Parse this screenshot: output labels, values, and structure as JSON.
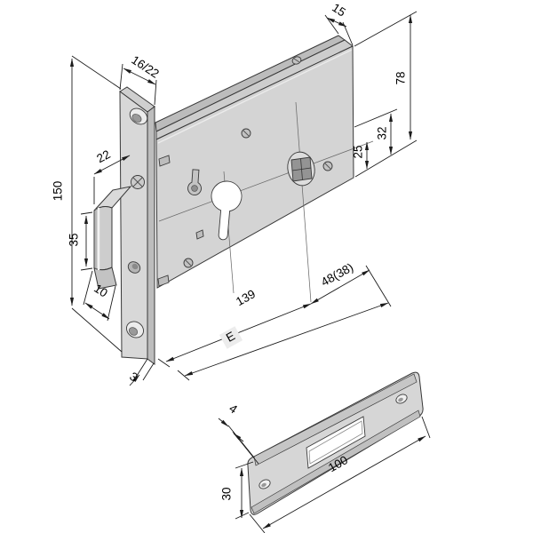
{
  "diagram": {
    "description": "Technical drawing of a mortise lock: lock case with euro cylinder cutout, square follower and faceplate with latch bolt, plus separate strike plate",
    "colors": {
      "background": "#ffffff",
      "metal_light": "#d6d6d6",
      "metal_mid": "#c9c9c9",
      "metal_dark": "#bcbcbc",
      "outline": "#383838",
      "dimension_line": "#1c1c1c",
      "text": "#000000",
      "e_label_bg": "#ececec"
    },
    "lock_dimensions": {
      "faceplate_width": "16/22",
      "case_depth": "15",
      "case_height": "78",
      "height_32": "32",
      "height_25": "25",
      "latch_to_case": "22",
      "faceplate_height": "150",
      "latch_height": "35",
      "latch_projection": "10",
      "faceplate_thickness": "3",
      "body_length": "139",
      "cylinder_to_follower": "48(38)",
      "backset": "E"
    },
    "strike_plate_dimensions": {
      "thickness": "4",
      "length": "100",
      "height": "30"
    }
  }
}
